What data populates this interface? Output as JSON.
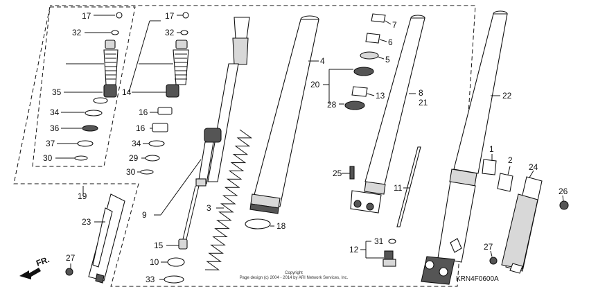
{
  "diagram": {
    "callouts": {
      "c17a": "17",
      "c32a": "32",
      "c35": "35",
      "c34a": "34",
      "c36": "36",
      "c37": "37",
      "c30a": "30",
      "c17b": "17",
      "c32b": "32",
      "c14": "14",
      "c16a": "16",
      "c16b": "16",
      "c34b": "34",
      "c29": "29",
      "c30b": "30",
      "c19": "19",
      "c23": "23",
      "c27a": "27",
      "c9": "9",
      "c15": "15",
      "c10": "10",
      "c33": "33",
      "c3": "3",
      "c4": "4",
      "c18": "18",
      "c7": "7",
      "c6": "6",
      "c5": "5",
      "c20": "20",
      "c13": "13",
      "c28": "28",
      "c8": "8",
      "c21": "21",
      "c25": "25",
      "c11": "11",
      "c12": "12",
      "c31": "31",
      "c22": "22",
      "c1": "1",
      "c2": "2",
      "c24": "24",
      "c26": "26",
      "c27b": "27"
    },
    "front_label": "FR.",
    "copyright_line1": "Copyright",
    "copyright_line2": "Page design (c) 2004 - 2014 by ARI Network Services, Inc.",
    "diagram_code": "KRN4F0600A"
  }
}
